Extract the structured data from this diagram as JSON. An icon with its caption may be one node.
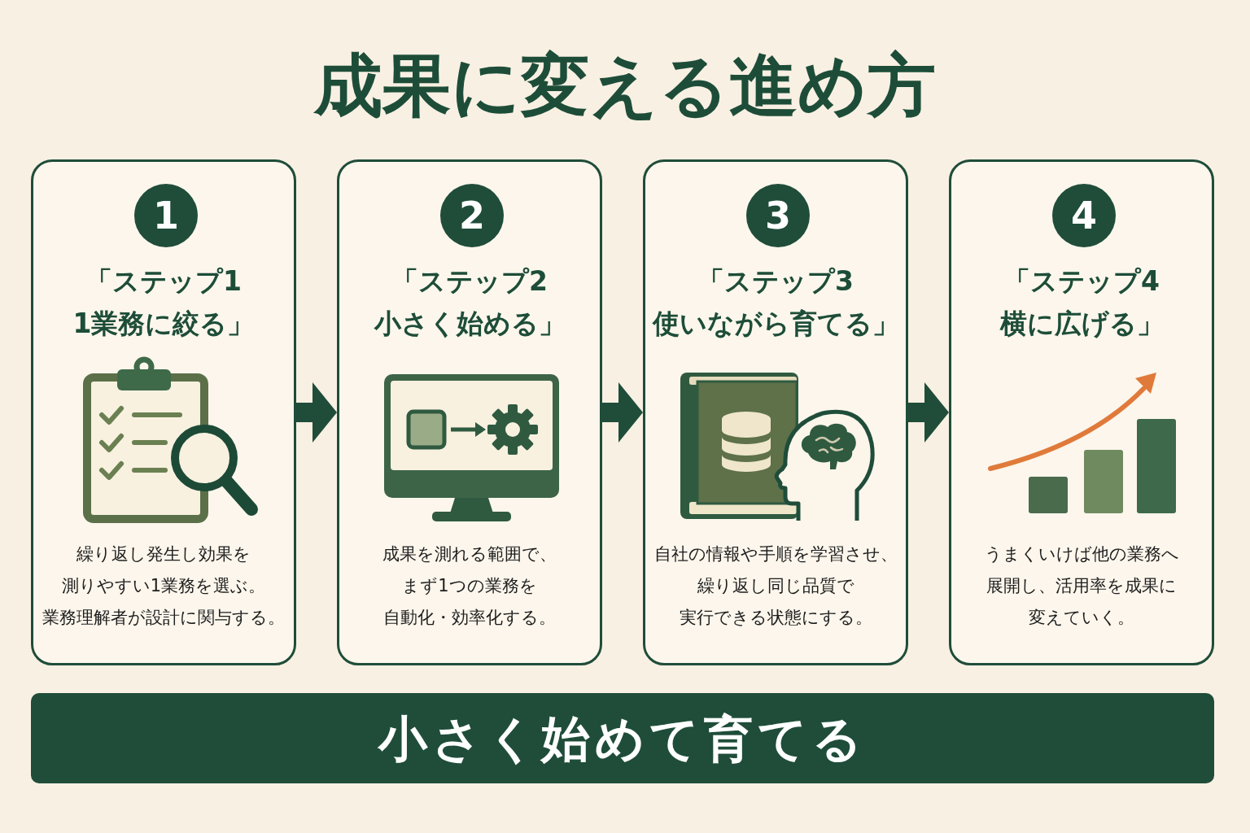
{
  "diagram": {
    "title": "成果に変える進め方",
    "nodes": [
      {
        "text": [
          "「ステップ11業務に絞る」",
          "繰り返し発生し効果を測りやすい1業務を選ぶ。業務理解者が設計に関与する。"
        ]
      },
      {
        "text": [
          "1"
        ],
        "in": 0
      },
      {
        "text": [
          "「ステップ2小さく始める」",
          "成果を測れる範囲で、まず1つの業務を自動化・効率化する。"
        ]
      },
      {
        "text": [
          "2"
        ],
        "in": 2
      },
      {
        "text": [
          "「ステップ3使いながら育てる」",
          "自社の情報や手順を学習させ、繰り返し同じ品質で実行できる状態にする。"
        ]
      },
      {
        "text": [
          "3"
        ],
        "in": 4
      },
      {
        "text": [
          "「ステップ4横に広げる」",
          "うまくいけば他の業務へ展開し、活用率を成果に変えていく。"
        ]
      },
      {
        "text": [
          "4"
        ],
        "in": 6
      },
      {
        "text": [
          "小さく始めて育てる"
        ]
      }
    ],
    "edges": [
      {
        "from": 0,
        "to": 2,
        "arrow": "to"
      },
      {
        "from": 2,
        "to": 4,
        "arrow": "to"
      },
      {
        "from": 4,
        "to": 6,
        "arrow": "to"
      }
    ]
  }
}
